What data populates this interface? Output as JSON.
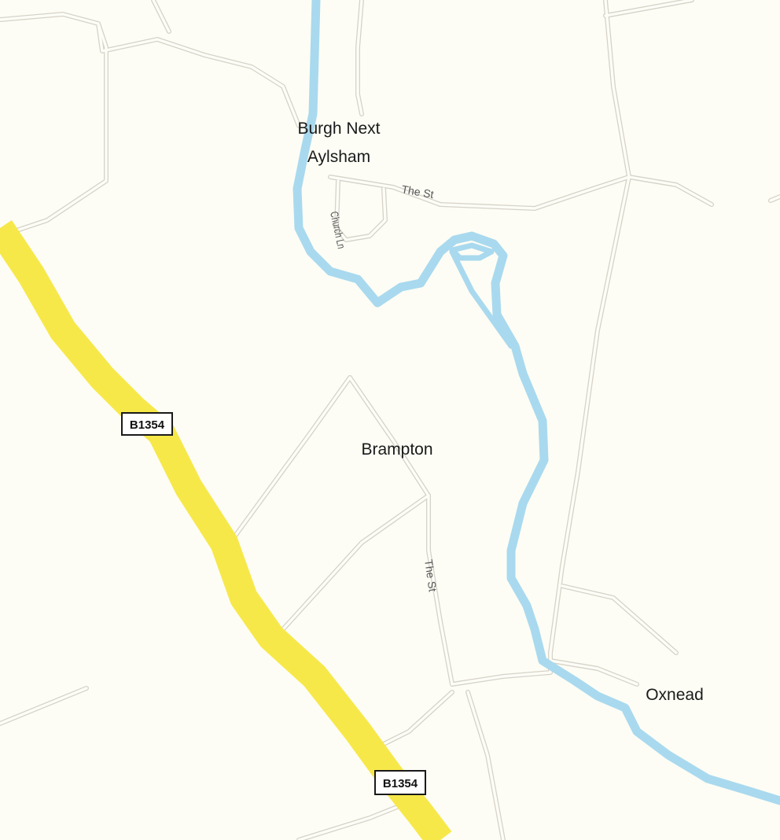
{
  "map": {
    "colors": {
      "background": "#fdfdf5",
      "minor_road_casing": "#d6d2c8",
      "minor_road_fill": "#fdfdf7",
      "b_road": "#f7e84a",
      "river": "#a9d9ee",
      "shield_border": "#1a1a1a",
      "shield_fill": "#ffffff"
    },
    "places": {
      "burgh_line1": "Burgh Next",
      "burgh_line2": "Aylsham",
      "brampton": "Brampton",
      "oxnead": "Oxnead"
    },
    "streets": {
      "the_st_north": "The St",
      "church_ln": "Church Ln",
      "the_st_south": "The St"
    },
    "roads": {
      "b1354_upper": "B1354",
      "b1354_lower": "B1354"
    }
  }
}
